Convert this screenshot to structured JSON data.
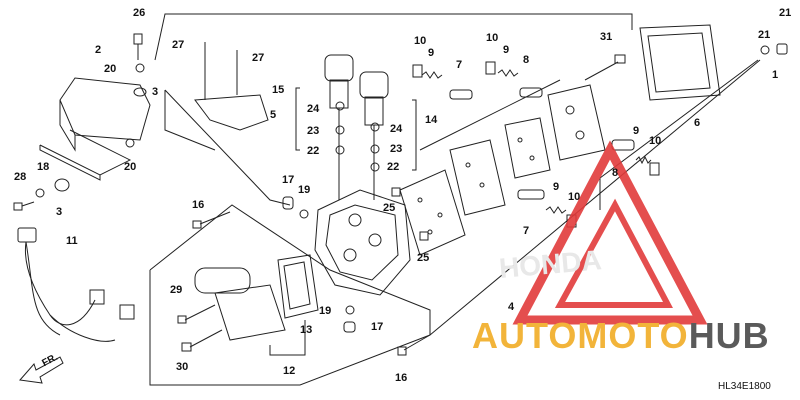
{
  "diagram": {
    "code": "HL34E1800",
    "direction_label": "FR.",
    "watermark": {
      "part1": "AUTO",
      "part2": "MOTO",
      "part3": "HUB"
    },
    "colors": {
      "line": "#222222",
      "watermark_red": "#e23b3b",
      "watermark_gold": "#f2b43a",
      "watermark_grey": "#5a5a5a"
    },
    "labels": {
      "p1": "1",
      "p2": "2",
      "p3a": "3",
      "p3b": "3",
      "p4": "4",
      "p5": "5",
      "p6": "6",
      "p7a": "7",
      "p7b": "7",
      "p8a": "8",
      "p8b": "8",
      "p9a": "9",
      "p9b": "9",
      "p9c": "9",
      "p9d": "9",
      "p10a": "10",
      "p10b": "10",
      "p10c": "10",
      "p10d": "10",
      "p11": "11",
      "p12": "12",
      "p13": "13",
      "p14": "14",
      "p15": "15",
      "p16a": "16",
      "p16b": "16",
      "p17a": "17",
      "p17b": "17",
      "p18": "18",
      "p19a": "19",
      "p19b": "19",
      "p20a": "20",
      "p20b": "20",
      "p21a": "21",
      "p21b": "21",
      "p22a": "22",
      "p22b": "22",
      "p23a": "23",
      "p23b": "23",
      "p24a": "24",
      "p24b": "24",
      "p25a": "25",
      "p25b": "25",
      "p26": "26",
      "p27a": "27",
      "p27b": "27",
      "p28": "28",
      "p29": "29",
      "p30": "30",
      "p31": "31"
    }
  }
}
